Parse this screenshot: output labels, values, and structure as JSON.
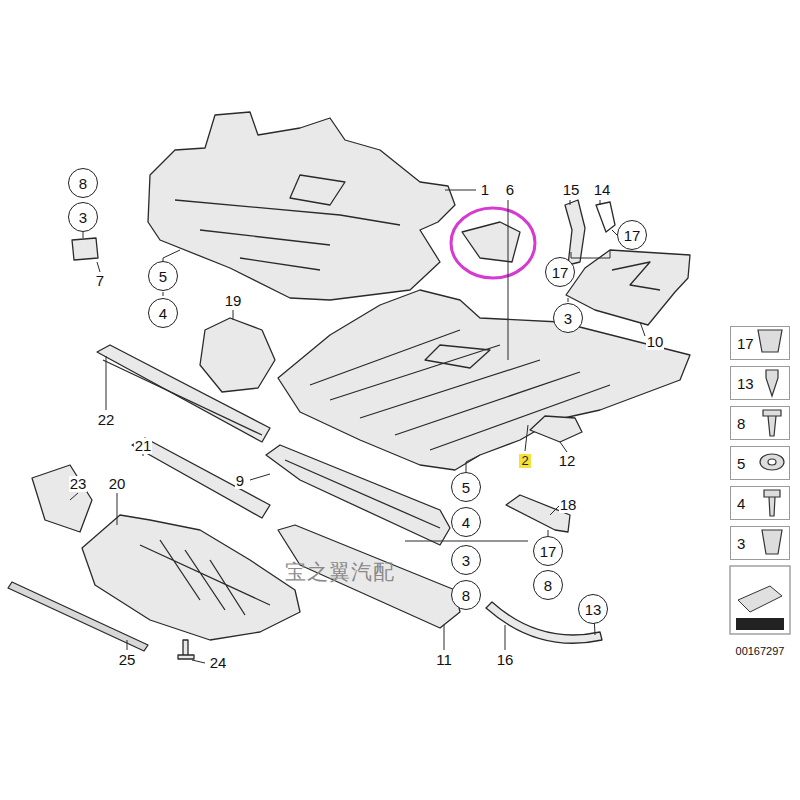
{
  "diagram": {
    "nodes": [
      {
        "text": [
          "8"
        ]
      },
      {
        "text": [
          "3"
        ]
      },
      {
        "text": [
          "17"
        ]
      },
      {
        "text": [
          "17"
        ]
      },
      {
        "text": [
          "5"
        ]
      },
      {
        "text": [
          "4"
        ]
      },
      {
        "text": [
          "3"
        ]
      },
      {
        "text": [
          "17"
        ]
      },
      {
        "text": [
          "13"
        ]
      },
      {
        "text": [
          "8"
        ]
      },
      {
        "text": [
          "5"
        ]
      },
      {
        "text": [
          "4"
        ]
      },
      {
        "text": [
          "3"
        ]
      },
      {
        "text": [
          "5"
        ]
      },
      {
        "text": [
          "4"
        ]
      },
      {
        "text": [
          "3"
        ]
      },
      {
        "text": [
          "17"
        ]
      },
      {
        "text": [
          "8"
        ]
      },
      {
        "text": [
          "8"
        ]
      },
      {
        "text": [
          "13"
        ]
      }
    ],
    "labels": [
      "1",
      "6",
      "15",
      "14",
      "7",
      "10",
      "19",
      "22",
      "21",
      "9",
      "12",
      "2",
      "23",
      "20",
      "18",
      "25",
      "24",
      "11",
      "16",
      "宝之翼汽配",
      "00167297"
    ]
  }
}
